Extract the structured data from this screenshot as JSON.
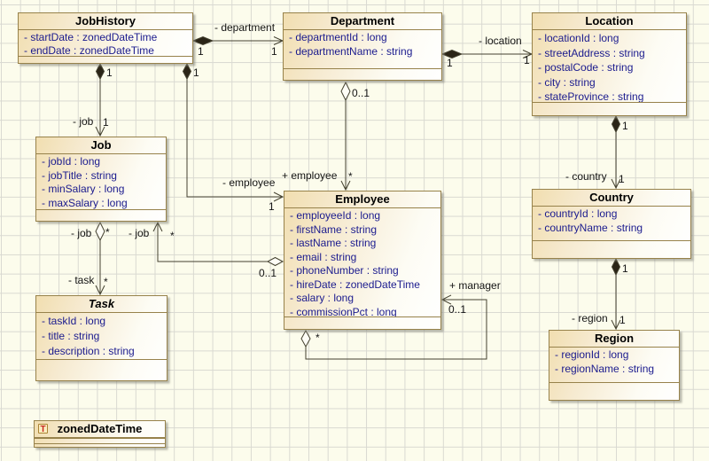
{
  "diagram": {
    "classes": {
      "jobHistory": {
        "name": "JobHistory",
        "attributes": [
          "- startDate : zonedDateTime",
          "- endDate : zonedDateTime"
        ]
      },
      "department": {
        "name": "Department",
        "attributes": [
          "- departmentId : long",
          "- departmentName : string"
        ]
      },
      "location": {
        "name": "Location",
        "attributes": [
          "- locationId : long",
          "- streetAddress : string",
          "- postalCode : string",
          "- city : string",
          "- stateProvince : string"
        ]
      },
      "job": {
        "name": "Job",
        "attributes": [
          "- jobId : long",
          "- jobTitle : string",
          "- minSalary : long",
          "- maxSalary : long"
        ]
      },
      "employee": {
        "name": "Employee",
        "attributes": [
          "- employeeId : long",
          "- firstName : string",
          "- lastName : string",
          "- email : string",
          "- phoneNumber : string",
          "- hireDate : zonedDateTime",
          "- salary : long",
          "- commissionPct : long"
        ]
      },
      "country": {
        "name": "Country",
        "attributes": [
          "- countryId : long",
          "- countryName : string"
        ]
      },
      "task": {
        "name": "Task",
        "attributes": [
          "- taskId : long",
          "- title : string",
          "- description : string"
        ]
      },
      "region": {
        "name": "Region",
        "attributes": [
          "- regionId : long",
          "- regionName : string"
        ]
      },
      "zonedDateTime": {
        "name": "zonedDateTime",
        "icon_letter": "T"
      }
    },
    "edges": {
      "jobhistory_department": {
        "name": "- department",
        "m_jobhistory": "1",
        "m_department": "1"
      },
      "department_location": {
        "name": "- location",
        "m_department": "1",
        "m_location": "1"
      },
      "department_employee": {
        "name": "+ employee",
        "m_department": "0..1",
        "m_employee": "*"
      },
      "jobhistory_job": {
        "name": "- job",
        "m_jobhistory": "1",
        "m_job": "1"
      },
      "jobhistory_employee": {
        "name": "- employee",
        "m_jobhistory": "1",
        "m_employee": "1"
      },
      "job_task": {
        "role_job": "- job",
        "m_job": "*",
        "role_task": "- task",
        "m_task": "*"
      },
      "employee_job": {
        "name": "- job",
        "m_employee": "0..1",
        "m_job": "*"
      },
      "employee_manager": {
        "name": "+ manager",
        "m_reports": "*",
        "m_manager": "0..1"
      },
      "location_country": {
        "name": "- country",
        "m_location": "1",
        "m_country": "1"
      },
      "country_region": {
        "name": "- region",
        "m_country": "1",
        "m_region": "1"
      }
    },
    "colors": {
      "canvas_bg": "#fcfcec",
      "grid_line": "#d9d9d1",
      "box_border": "#97824b",
      "box_fill_top_left": "#f1deb0",
      "box_fill_bottom_right": "#ffffff",
      "attribute_text": "#1b1b8e",
      "title_text": "#000000",
      "edge_line": "#43402f",
      "filled_diamond": "#2b2517",
      "type_icon_letter": "#c6261b"
    }
  }
}
